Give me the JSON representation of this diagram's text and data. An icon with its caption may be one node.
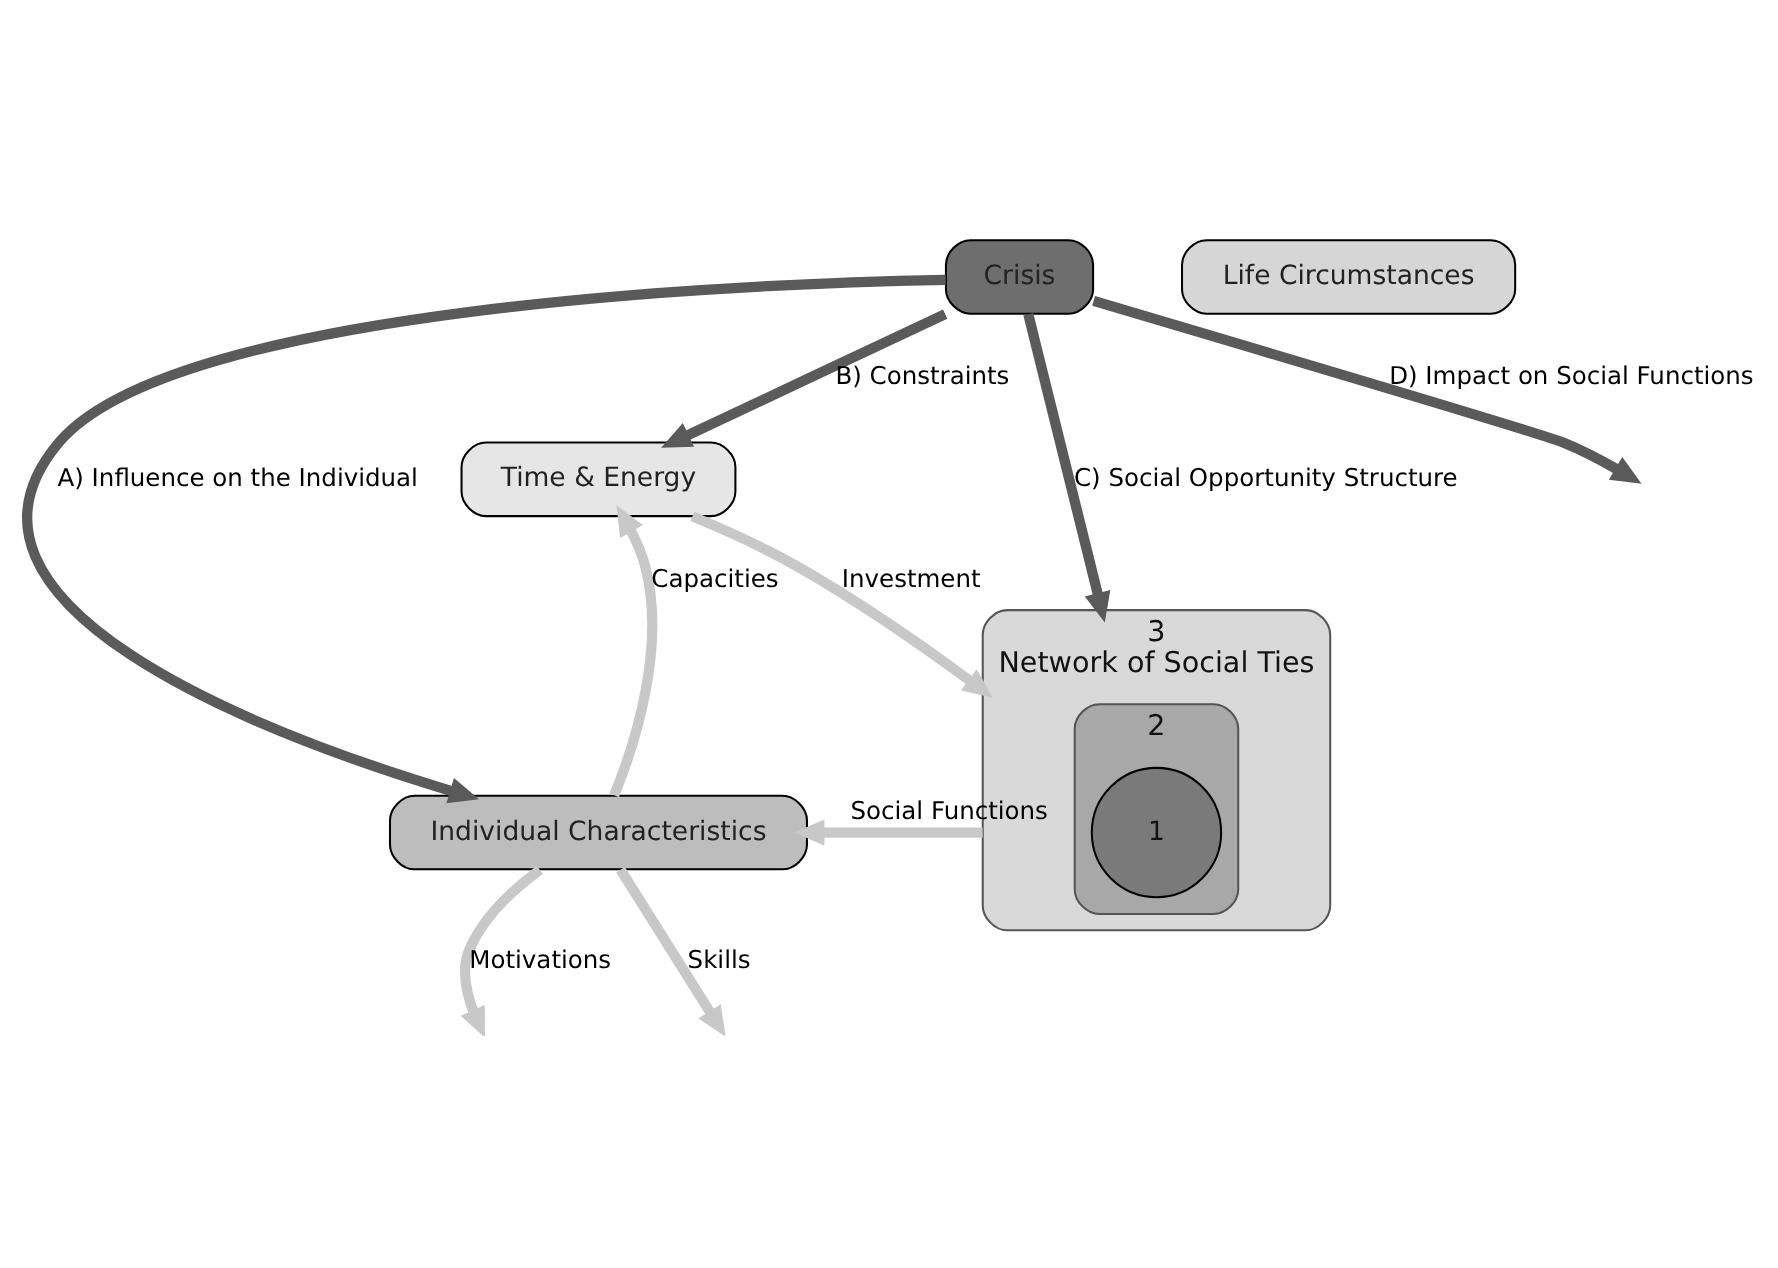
{
  "diagram": {
    "nodes": [
      {
        "text": [
          "Crisis"
        ]
      },
      {
        "text": [
          "Life Circumstances"
        ]
      },
      {
        "text": [
          "Time & Energy"
        ]
      },
      {
        "text": [
          "Individual Characteristics"
        ]
      },
      {
        "text": [
          "3",
          "Network of Social Ties"
        ]
      },
      {
        "text": [
          "2"
        ],
        "in": 4
      },
      {
        "text": [
          "1"
        ],
        "in": 5
      }
    ],
    "edges": [
      {
        "from": 0,
        "to": 3,
        "arrow": "to",
        "label": "A) Influence on the Individual",
        "color": "#5a5a5a"
      },
      {
        "from": 0,
        "to": 2,
        "arrow": "to",
        "label": "B) Constraints",
        "color": "#5a5a5a"
      },
      {
        "from": 0,
        "to": 4,
        "arrow": "to",
        "label": "C) Social Opportunity Structure",
        "color": "#5a5a5a"
      },
      {
        "from": 0,
        "to": null,
        "arrow": "to",
        "label": "D) Impact on Social Functions",
        "color": "#5a5a5a"
      },
      {
        "from": 2,
        "to": 4,
        "arrow": "to",
        "label": "Investment"
      },
      {
        "from": 3,
        "to": 2,
        "arrow": "to",
        "label": "Capacities"
      },
      {
        "from": 3,
        "to": null,
        "arrow": "to",
        "label": "Motivations"
      },
      {
        "from": 3,
        "to": null,
        "arrow": "to",
        "label": "Skills"
      },
      {
        "from": 4,
        "to": 3,
        "arrow": "to",
        "label": "Social Functions"
      }
    ]
  }
}
